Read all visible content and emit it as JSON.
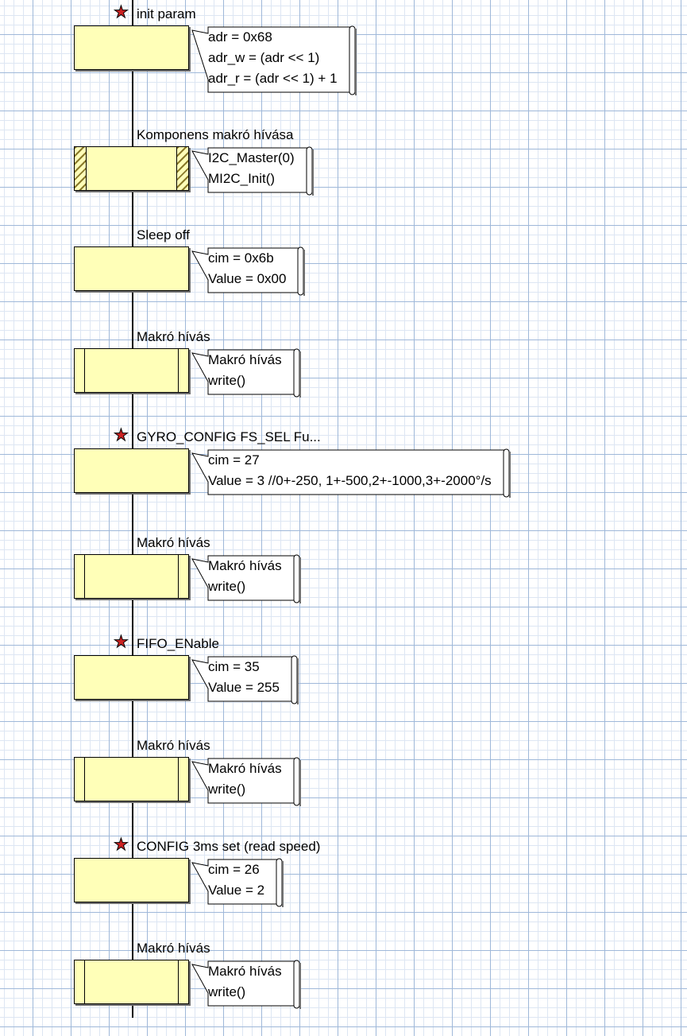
{
  "steps": [
    {
      "label": "init param",
      "starred": true,
      "box": "plain",
      "lines": [
        "adr = 0x68",
        "adr_w = (adr << 1)",
        "adr_r = (adr << 1) + 1"
      ]
    },
    {
      "label": "Komponens makró hívása",
      "starred": false,
      "box": "hatched-macro",
      "lines": [
        "I2C_Master(0)",
        "MI2C_Init()"
      ]
    },
    {
      "label": "Sleep off",
      "starred": false,
      "box": "plain",
      "lines": [
        "cim = 0x6b",
        "Value = 0x00"
      ]
    },
    {
      "label": "Makró hívás",
      "starred": false,
      "box": "macro",
      "lines": [
        "Makró hívás",
        "write()"
      ]
    },
    {
      "label": "GYRO_CONFIG FS_SEL Fu...",
      "starred": true,
      "box": "plain",
      "lines": [
        "cim = 27",
        "Value = 3 //0+-250, 1+-500,2+-1000,3+-2000°/s"
      ]
    },
    {
      "label": "Makró hívás",
      "starred": false,
      "box": "macro",
      "lines": [
        "Makró hívás",
        "write()"
      ]
    },
    {
      "label": "FIFO_ENable",
      "starred": true,
      "box": "plain",
      "lines": [
        "cim = 35",
        "Value = 255"
      ]
    },
    {
      "label": "Makró hívás",
      "starred": false,
      "box": "macro",
      "lines": [
        "Makró hívás",
        "write()"
      ]
    },
    {
      "label": "CONFIG 3ms set (read speed)",
      "starred": true,
      "box": "plain",
      "lines": [
        "cim = 26",
        "Value = 2"
      ]
    },
    {
      "label": "Makró hívás",
      "starred": false,
      "box": "macro",
      "lines": [
        "Makró hívás",
        "write()"
      ]
    }
  ],
  "icons": {
    "bookmark": "star-icon"
  },
  "colors": {
    "box_fill": "#ffffb8",
    "grid_major": "#9fb8d9",
    "grid_minor": "#dde6f3",
    "star": "#cc2222"
  }
}
